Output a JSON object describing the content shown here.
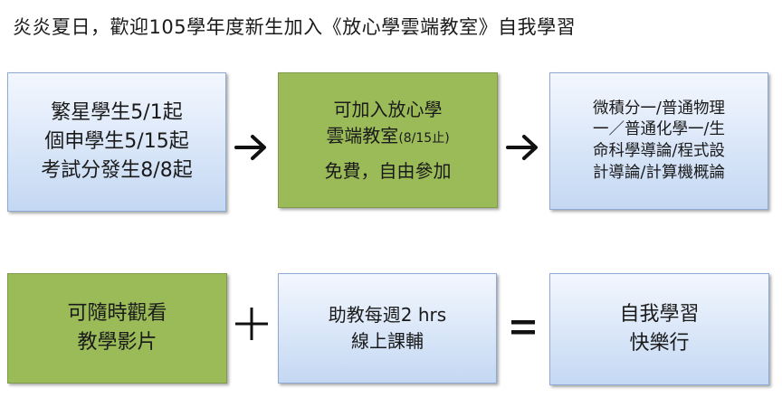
{
  "title": "炎炎夏日，歡迎105學年度新生加入《放心學雲端教室》自我學習",
  "row1": {
    "box1": {
      "lines": [
        "繁星學生5/1起",
        "個申學生5/15起",
        "考試分發生8/8起"
      ]
    },
    "box2": {
      "line1": "可加入放心學",
      "line2_main": "雲端教室",
      "line2_small": "(8/15止)",
      "line3": "免費，自由參加"
    },
    "box3": {
      "lines": [
        "微積分一/普通物理",
        "一／普通化學一/生",
        "命科學導論/程式設",
        "計導論/計算機概論"
      ]
    }
  },
  "row2": {
    "box4": {
      "lines": [
        "可隨時觀看",
        "教學影片"
      ]
    },
    "box5": {
      "lines": [
        "助教每週2 hrs",
        "線上課輔"
      ]
    },
    "box6": {
      "lines": [
        "自我學習",
        "快樂行"
      ]
    }
  },
  "colors": {
    "blue_box": "#d9e6f8",
    "blue_border": "#8ea9d3",
    "green_box": "#9bbb59",
    "green_border": "#7f9a4a",
    "text": "#1a1a1a"
  },
  "icons": [
    "right-arrow-icon",
    "right-arrow-icon",
    "plus-sign-icon",
    "equals-sign-icon"
  ]
}
